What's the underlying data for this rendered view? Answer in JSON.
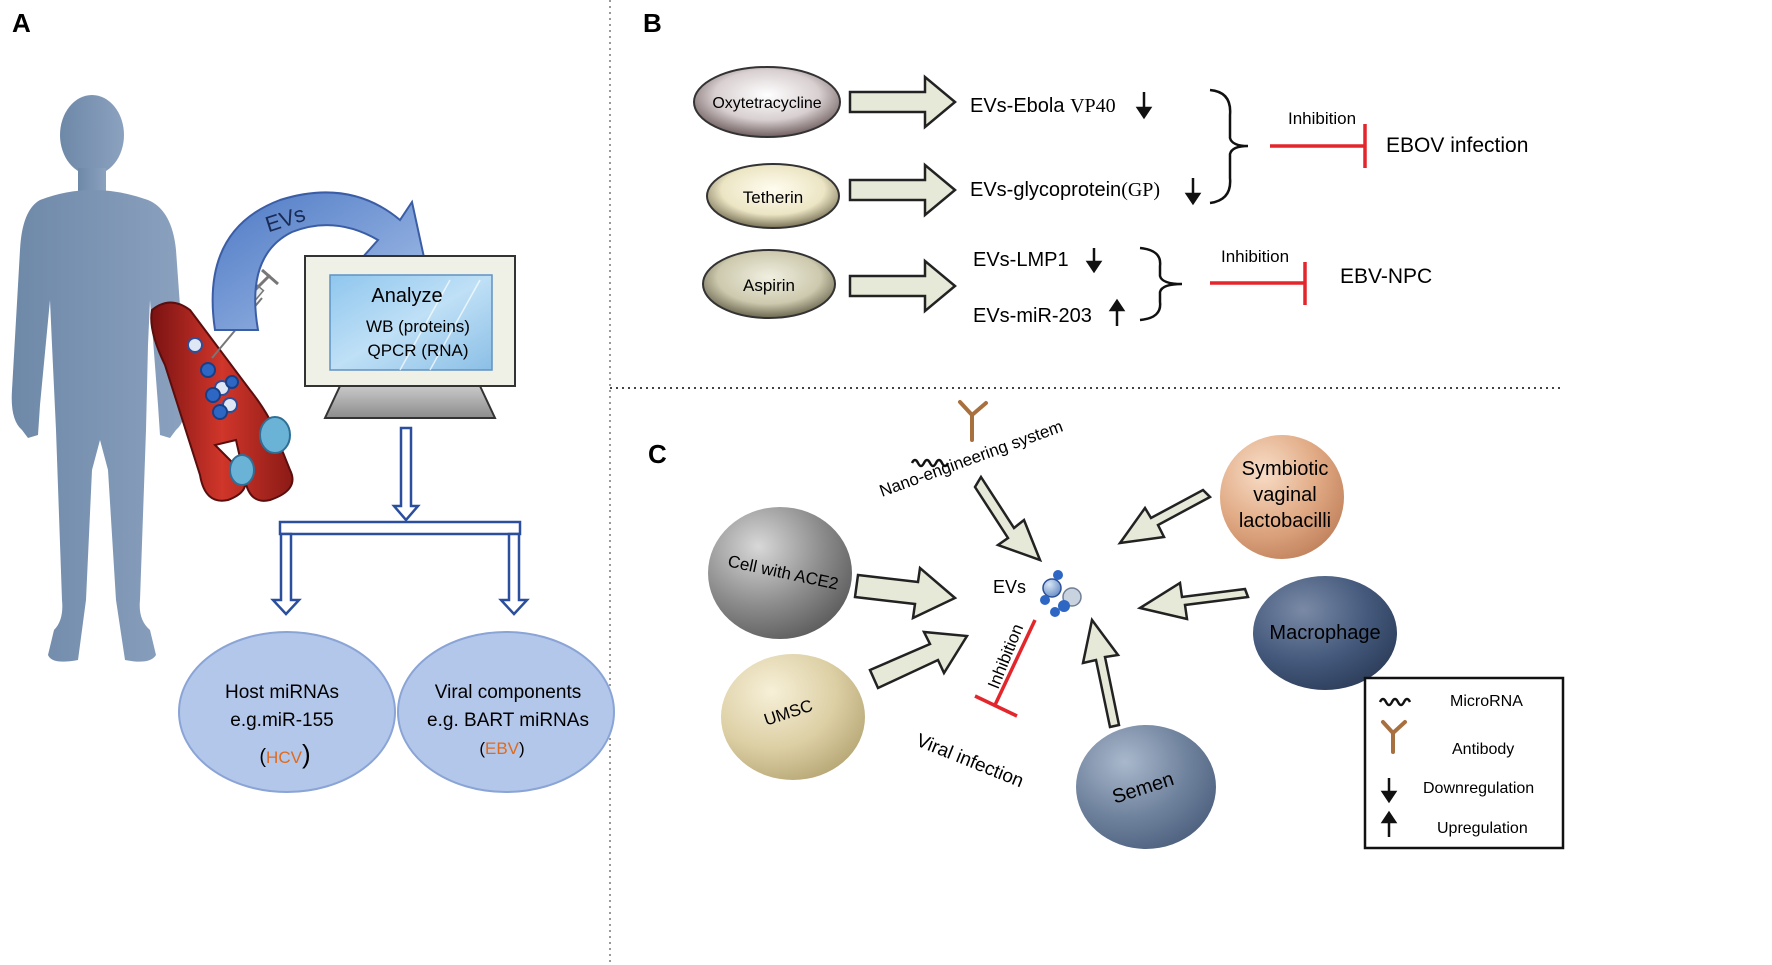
{
  "panels": {
    "A": {
      "label": "A",
      "evs": "EVs",
      "analyze": "Analyze",
      "wb": "WB (proteins)",
      "qpcr": "QPCR (RNA)",
      "host_title": "Host miRNAs",
      "host_example": "e.g.miR-155",
      "host_virus_open": "(",
      "host_virus": "HCV",
      "host_virus_close": ")",
      "viral_title": "Viral components",
      "viral_example": "e.g. BART miRNAs",
      "viral_virus_open": "(",
      "viral_virus": "EBV",
      "viral_virus_close": ")"
    },
    "B": {
      "label": "B",
      "drug1": "Oxytetracycline",
      "drug2": "Tetherin",
      "drug3": "Aspirin",
      "ev1_prefix": "EVs-Ebola ",
      "ev1_serif": "VP40",
      "ev2_prefix": "EVs-glycoprotein",
      "ev2_serif": "(GP)",
      "ev3": "EVs-LMP1",
      "ev4": "EVs-miR-203",
      "inhibition1": "Inhibition",
      "inhibition2": "Inhibition",
      "target1": "EBOV infection",
      "target2": "EBV-NPC"
    },
    "C": {
      "label": "C",
      "nano": "Nano-engineering system",
      "symbiotic_1": "Symbiotic",
      "symbiotic_2": "vaginal",
      "symbiotic_3": "lactobacilli",
      "cell_ace2": "Cell with ACE2",
      "macrophage": "Macrophage",
      "umsc": "UMSC",
      "semen": "Semen",
      "evs": "EVs",
      "inhibition": "Inhibition",
      "viral_infection": "Viral infection"
    },
    "legend": {
      "microrna": "MicroRNA",
      "antibody": "Antibody",
      "down": "Downregulation",
      "up": "Upregulation"
    }
  },
  "colors": {
    "red": "#e3262b",
    "arrow_fill": "#e6e9d8",
    "highlight": "#e06a1c",
    "blue_arrow": "#7f9fd6",
    "panel_blue": "#2b4f9e"
  }
}
